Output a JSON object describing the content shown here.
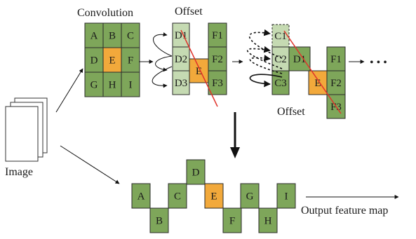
{
  "labels": {
    "convolution": "Convolution",
    "offset_top": "Offset",
    "offset_bottom": "Offset",
    "image": "Image",
    "output": "Output feature map",
    "ellipsis": "• • •"
  },
  "colors": {
    "green": "#7ea65a",
    "light_green": "#c5dab2",
    "orange": "#f2a93b",
    "red_line": "#e0332b",
    "border": "#2b2b2b"
  },
  "grid": [
    "A",
    "B",
    "C",
    "D",
    "E",
    "F",
    "G",
    "H",
    "I"
  ],
  "offset1": {
    "d": [
      "D1",
      "D2",
      "D3"
    ],
    "e": "E",
    "f": [
      "F1",
      "F2",
      "F3"
    ]
  },
  "offset2": {
    "c": [
      "C1",
      "C2",
      "C3"
    ],
    "d": "D1",
    "e": "E",
    "f": [
      "F1",
      "F2",
      "F3"
    ]
  },
  "output": [
    "A",
    "B",
    "C",
    "D",
    "E",
    "F",
    "G",
    "H",
    "I"
  ]
}
